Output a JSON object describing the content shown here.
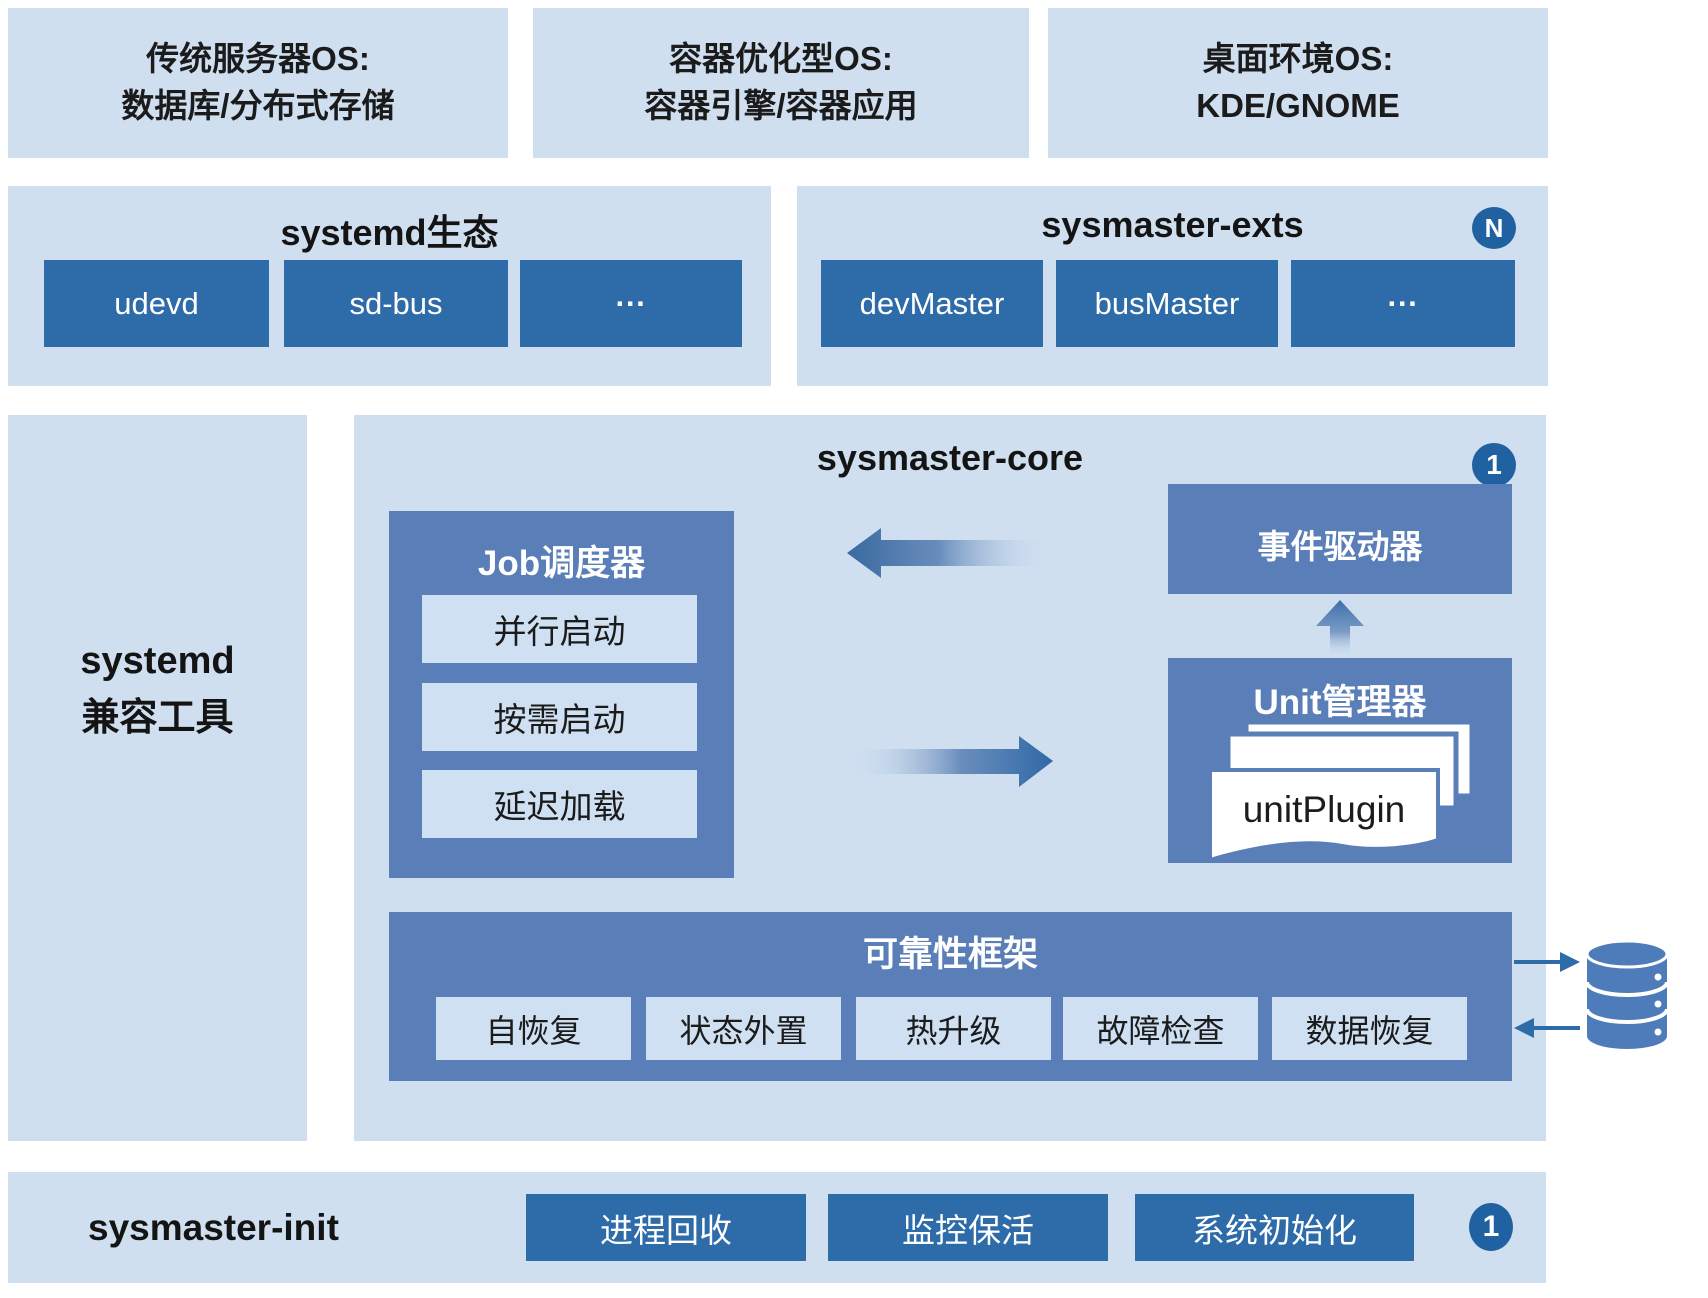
{
  "colors": {
    "panel_light": "#cfdff0",
    "subbox_light": "#cfe0f2",
    "button_dark_blue": "#2d6ba9",
    "box_medium_blue": "#5a7eb8",
    "badge_blue": "#1f61a1",
    "arrow_blue": "#2d6ca9",
    "cylinder_blue": "#4e7cba",
    "text_dark": "#1b1b1b",
    "text_white": "#ffffff"
  },
  "top_row": {
    "box1": {
      "line1": "传统服务器OS:",
      "line2": "数据库/分布式存储"
    },
    "box2": {
      "line1": "容器优化型OS:",
      "line2": "容器引擎/容器应用"
    },
    "box3": {
      "line1": "桌面环境OS:",
      "line2": "KDE/GNOME"
    }
  },
  "systemd_eco": {
    "title": "systemd生态",
    "items": [
      "udevd",
      "sd-bus",
      "···"
    ]
  },
  "sysmaster_exts": {
    "title": "sysmaster-exts",
    "badge": "N",
    "items": [
      "devMaster",
      "busMaster",
      "···"
    ]
  },
  "compat_tools": {
    "line1": "systemd",
    "line2": "兼容工具"
  },
  "core": {
    "title": "sysmaster-core",
    "badge": "1",
    "job_scheduler": {
      "title": "Job调度器",
      "items": [
        "并行启动",
        "按需启动",
        "延迟加载"
      ]
    },
    "event_driver": {
      "title": "事件驱动器"
    },
    "unit_manager": {
      "title": "Unit管理器",
      "plugin": "unitPlugin"
    },
    "reliability": {
      "title": "可靠性框架",
      "items": [
        "自恢复",
        "状态外置",
        "热升级",
        "故障检查",
        "数据恢复"
      ]
    }
  },
  "init_bar": {
    "title": "sysmaster-init",
    "items": [
      "进程回收",
      "监控保活",
      "系统初始化"
    ],
    "badge": "1"
  },
  "icons": {
    "database": "database-cylinder-icon",
    "arrow_up": "up-arrow-icon",
    "arrow_left": "left-arrow-icon",
    "arrow_right": "right-arrow-icon"
  }
}
